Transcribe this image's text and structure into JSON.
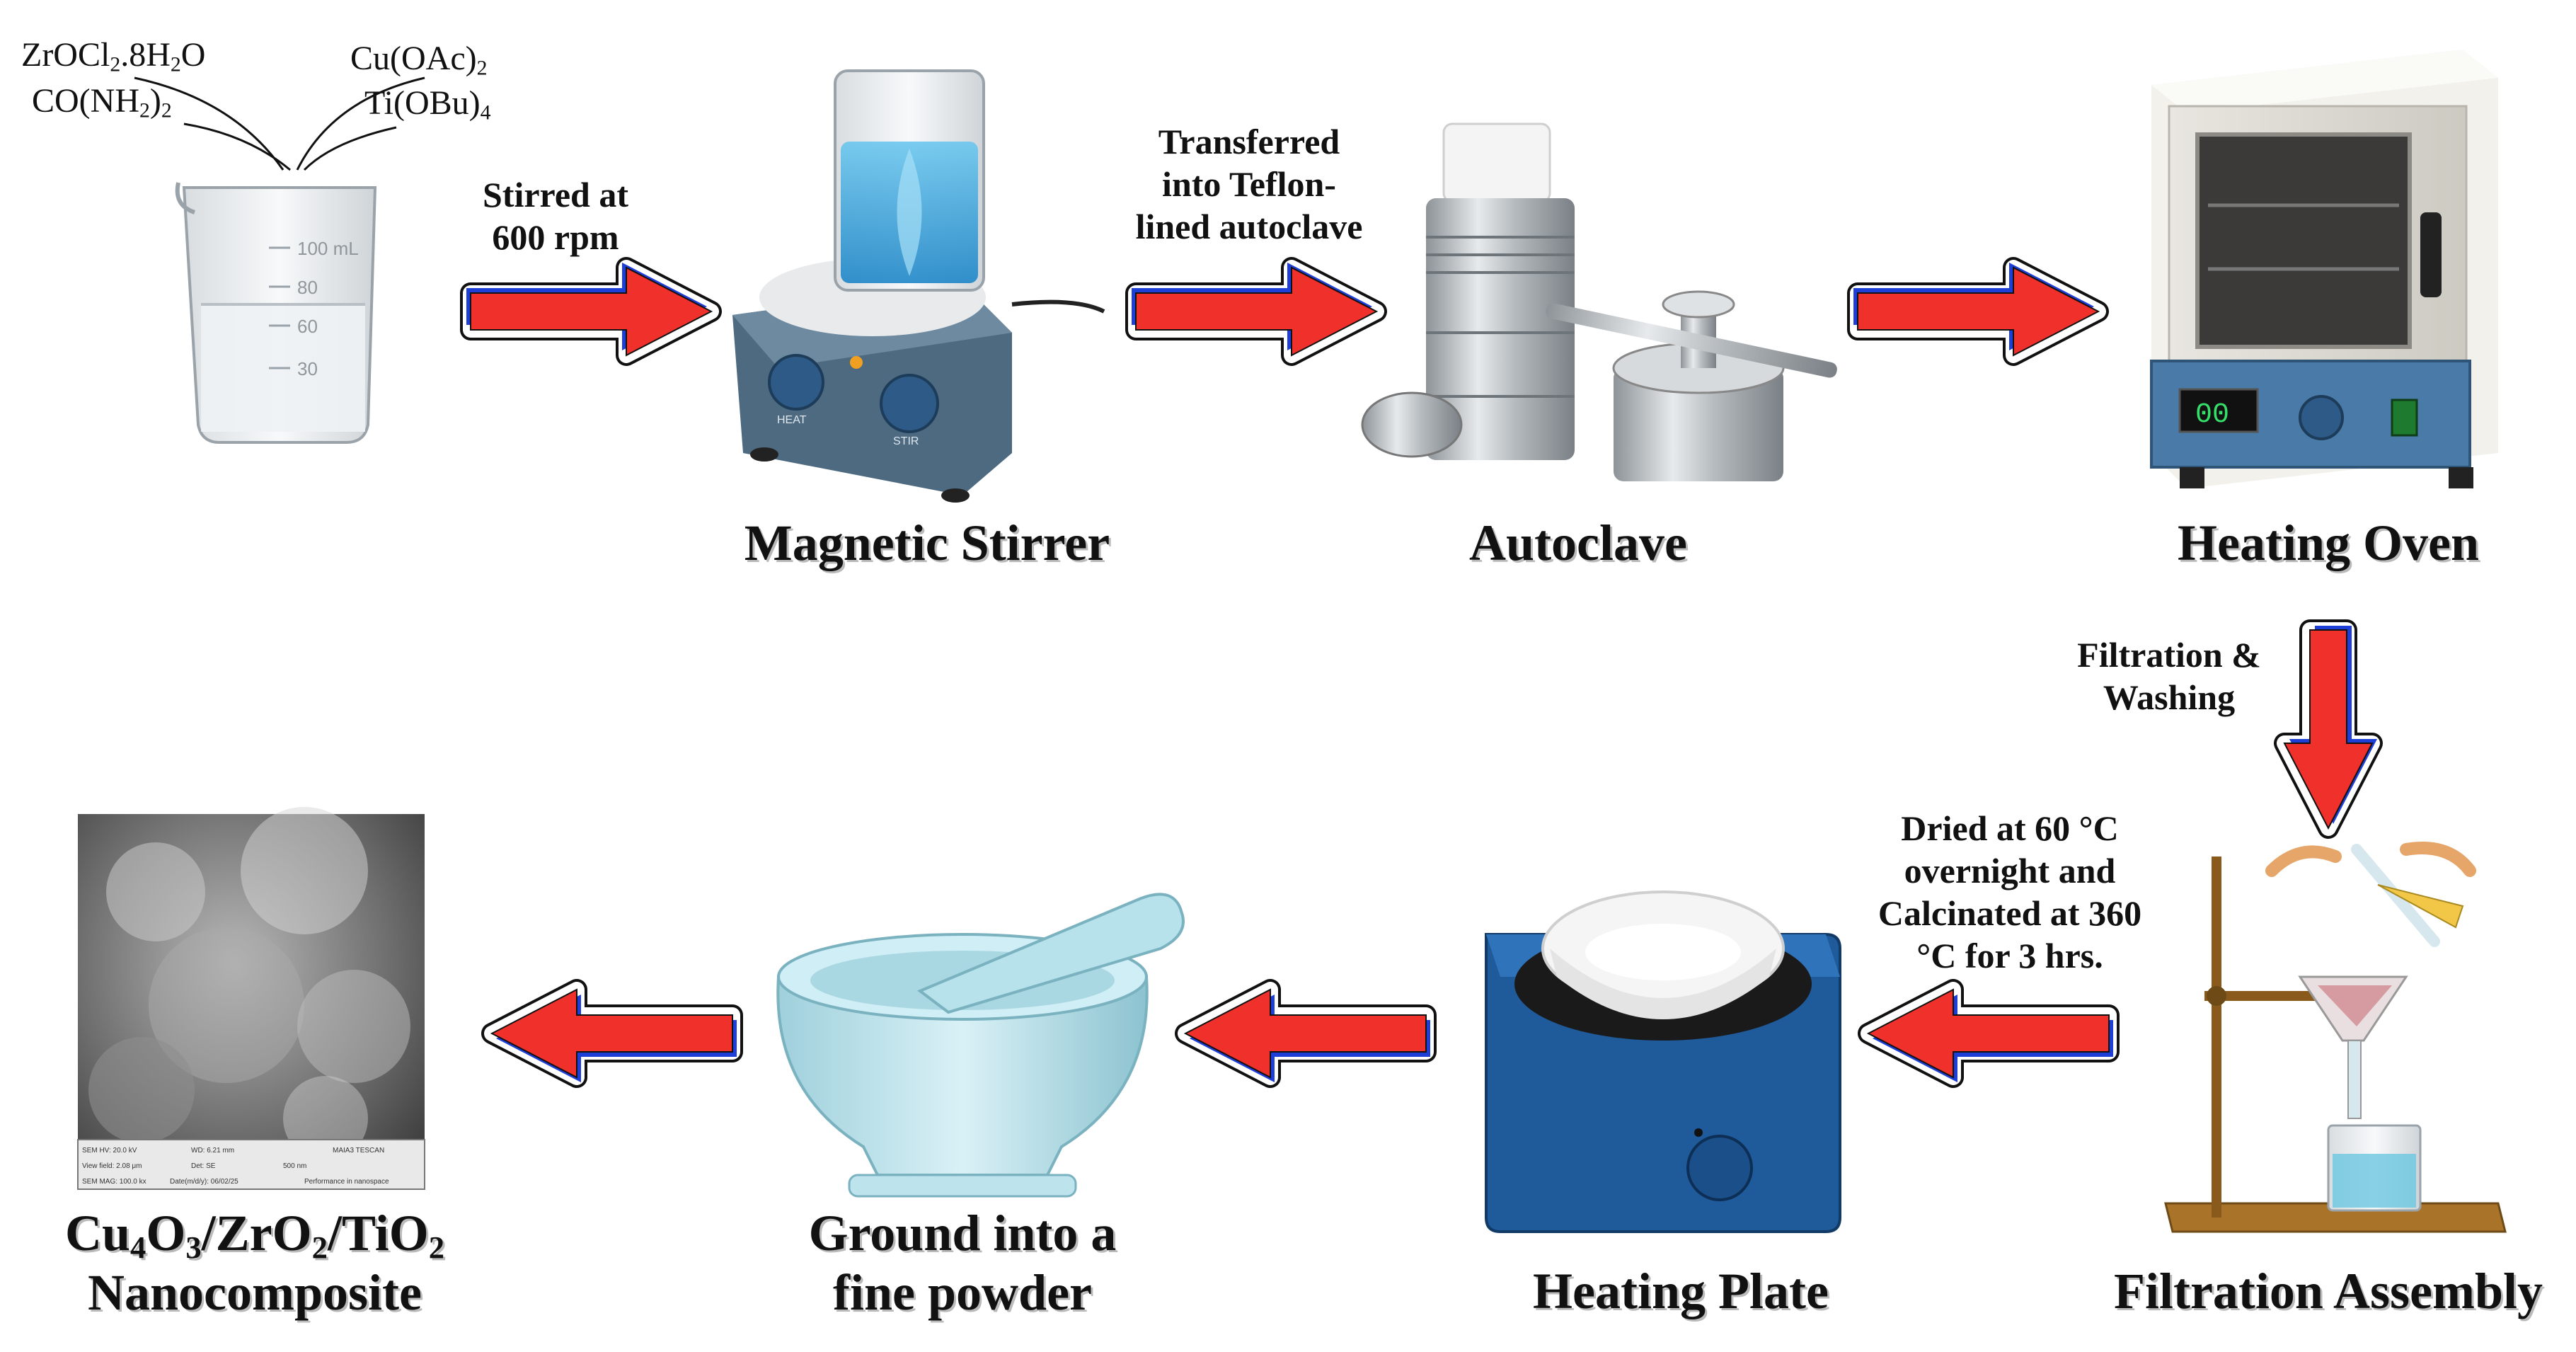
{
  "reagents": {
    "r1": "ZrOCl2.8H2O",
    "r2": "CO(NH2)2",
    "r3": "Cu(OAc)2",
    "r4": "Ti(OBu)4"
  },
  "beaker_marks": [
    "100 mL",
    "80",
    "60",
    "30"
  ],
  "steps": {
    "stir": [
      "Stirred at",
      "600 rpm"
    ],
    "transfer": [
      "Transferred",
      "into Teflon-",
      "lined autoclave"
    ],
    "filtration": [
      "Filtration &",
      "Washing"
    ],
    "dried": [
      "Dried at 60 °C",
      "overnight and",
      "Calcinated at 360",
      "°C for 3 hrs."
    ]
  },
  "stages": {
    "magnetic_stirrer": "Magnetic Stirrer",
    "autoclave": "Autoclave",
    "heating_oven": "Heating Oven",
    "filtration_assembly": "Filtration Assembly",
    "heating_plate": "Heating Plate",
    "ground": [
      "Ground into a",
      "fine powder"
    ],
    "product": [
      "Cu4O3/ZrO2/TiO2",
      "Nanocomposite"
    ]
  },
  "device_text": {
    "stirrer_heat": "HEAT",
    "stirrer_stir": "STIR",
    "oven_display": "00"
  },
  "sem_info": {
    "row1": [
      "SEM HV: 20.0 kV",
      "WD: 6.21 mm",
      "MAIA3 TESCAN"
    ],
    "row2": [
      "View field: 2.08 μm",
      "Det: SE",
      "500 nm"
    ],
    "row3": [
      "SEM MAG: 100.0 kx",
      "Date(m/d/y): 06/02/25",
      "Performance in nanospace"
    ]
  },
  "colors": {
    "arrow_fill": "#f0302a",
    "arrow_shadow": "#1d3fd8",
    "arrow_outline": "#111111",
    "liquid_blue": "#2f9fd8",
    "device_blue": "#2b6aa8"
  }
}
